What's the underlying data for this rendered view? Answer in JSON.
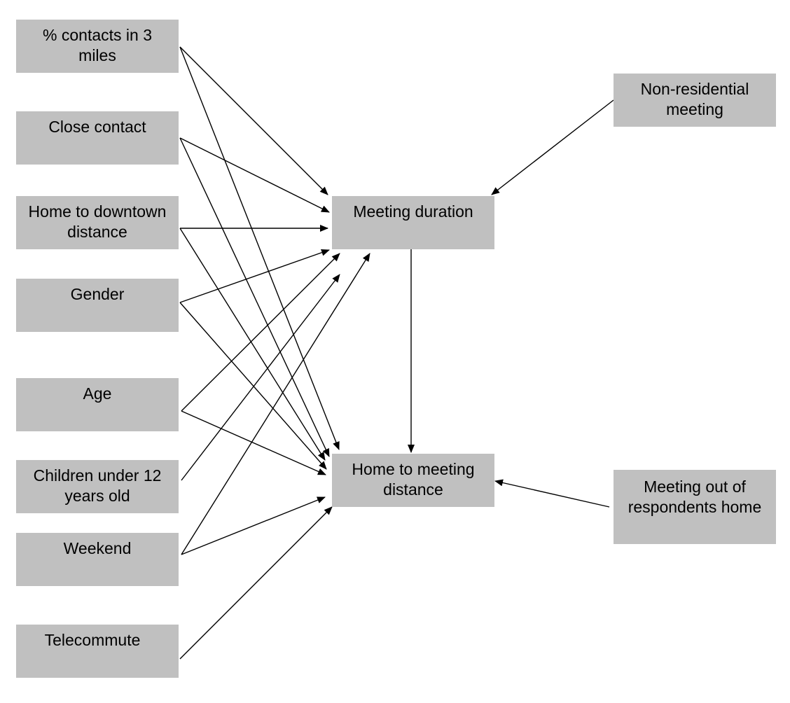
{
  "nodes": {
    "contacts_3mi": {
      "line1": "% contacts in 3",
      "line2": "miles"
    },
    "close_contact": {
      "line1": "Close contact",
      "line2": ""
    },
    "home_downtown": {
      "line1": "Home to downtown",
      "line2": "distance"
    },
    "gender": {
      "line1": "Gender",
      "line2": ""
    },
    "age": {
      "line1": "Age",
      "line2": ""
    },
    "children": {
      "line1": "Children under 12",
      "line2": "years old"
    },
    "weekend": {
      "line1": "Weekend",
      "line2": ""
    },
    "telecommute": {
      "line1": "Telecommute",
      "line2": ""
    },
    "meeting_duration": {
      "line1": "Meeting duration",
      "line2": ""
    },
    "home_meeting": {
      "line1": "Home to meeting",
      "line2": "distance"
    },
    "non_residential": {
      "line1": "Non-residential",
      "line2": "meeting"
    },
    "out_of_home": {
      "line1": "Meeting out of",
      "line2": "respondents home"
    }
  },
  "edges": [
    [
      "contacts_3mi",
      "meeting_duration"
    ],
    [
      "contacts_3mi",
      "home_meeting"
    ],
    [
      "close_contact",
      "meeting_duration"
    ],
    [
      "close_contact",
      "home_meeting"
    ],
    [
      "home_downtown",
      "meeting_duration"
    ],
    [
      "home_downtown",
      "home_meeting"
    ],
    [
      "gender",
      "meeting_duration"
    ],
    [
      "gender",
      "home_meeting"
    ],
    [
      "age",
      "meeting_duration"
    ],
    [
      "age",
      "home_meeting"
    ],
    [
      "children",
      "meeting_duration"
    ],
    [
      "weekend",
      "meeting_duration"
    ],
    [
      "weekend",
      "home_meeting"
    ],
    [
      "telecommute",
      "home_meeting"
    ],
    [
      "non_residential",
      "meeting_duration"
    ],
    [
      "meeting_duration",
      "home_meeting"
    ],
    [
      "out_of_home",
      "home_meeting"
    ]
  ]
}
